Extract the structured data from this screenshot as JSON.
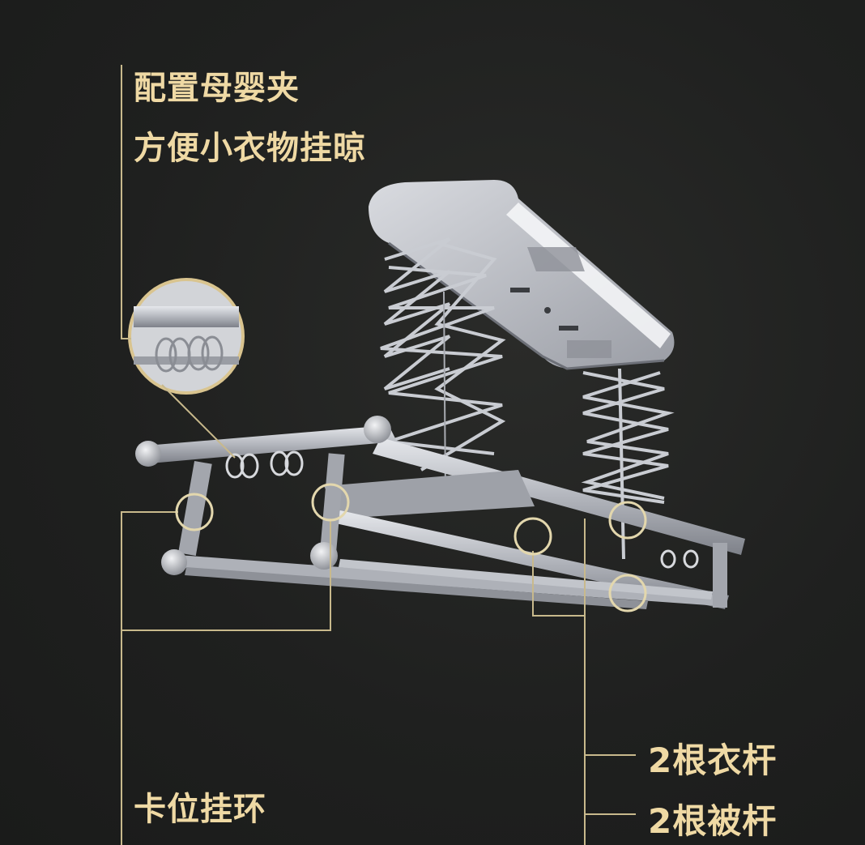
{
  "callouts": {
    "clip_line1": "配置母婴夹",
    "clip_line2": "方便小衣物挂晾",
    "ring": "卡位挂环",
    "clothes_rods": "2根衣杆",
    "quilt_rods": "2根被杆"
  },
  "colors": {
    "background": "#1f201f",
    "accent_text": "#efd9a4",
    "leader_line": "#c8b98c",
    "metal": "#b9bcc3"
  }
}
